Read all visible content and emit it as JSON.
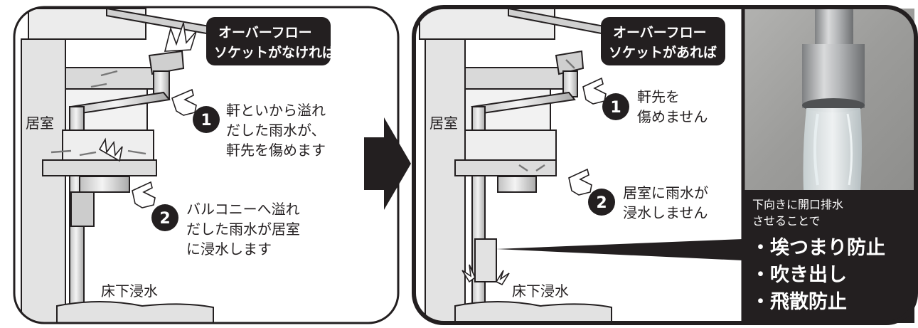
{
  "colors": {
    "ink": "#231f20",
    "panel_bg": "#ffffff",
    "callout_bg": "#231f20",
    "callout_text": "#ffffff",
    "pipe_light": "#e8e8e8",
    "pipe_mid": "#c9c9c9",
    "pipe_dark": "#9a9a9a",
    "photo_bg": "#9a9a98"
  },
  "left_panel": {
    "callout_lines": [
      "オーバーフロー",
      "ソケットがなければ"
    ],
    "room_label": "居室",
    "note1": {
      "num": "1",
      "lines": [
        "軒といから溢れ",
        "だした雨水が、",
        "軒先を傷めます"
      ]
    },
    "note2": {
      "num": "2",
      "lines": [
        "バルコニーへ溢れ",
        "だした雨水が居室",
        "に浸水します"
      ]
    },
    "floor_label": "床下浸水"
  },
  "arrow": {
    "icon": "right-arrow-icon"
  },
  "right_panel": {
    "callout_lines": [
      "オーバーフロー",
      "ソケットがあれば"
    ],
    "room_label": "居室",
    "note1": {
      "num": "1",
      "lines": [
        "軒先を",
        "傷めません"
      ]
    },
    "note2": {
      "num": "2",
      "lines": [
        "居室に雨水が",
        "浸水しません"
      ]
    },
    "floor_label": "床下浸水",
    "photo_caption_lines": [
      "下向きに開口排水",
      "させることで"
    ],
    "benefits": [
      "・埃つまり防止",
      "・吹き出し",
      "・飛散防止"
    ]
  }
}
